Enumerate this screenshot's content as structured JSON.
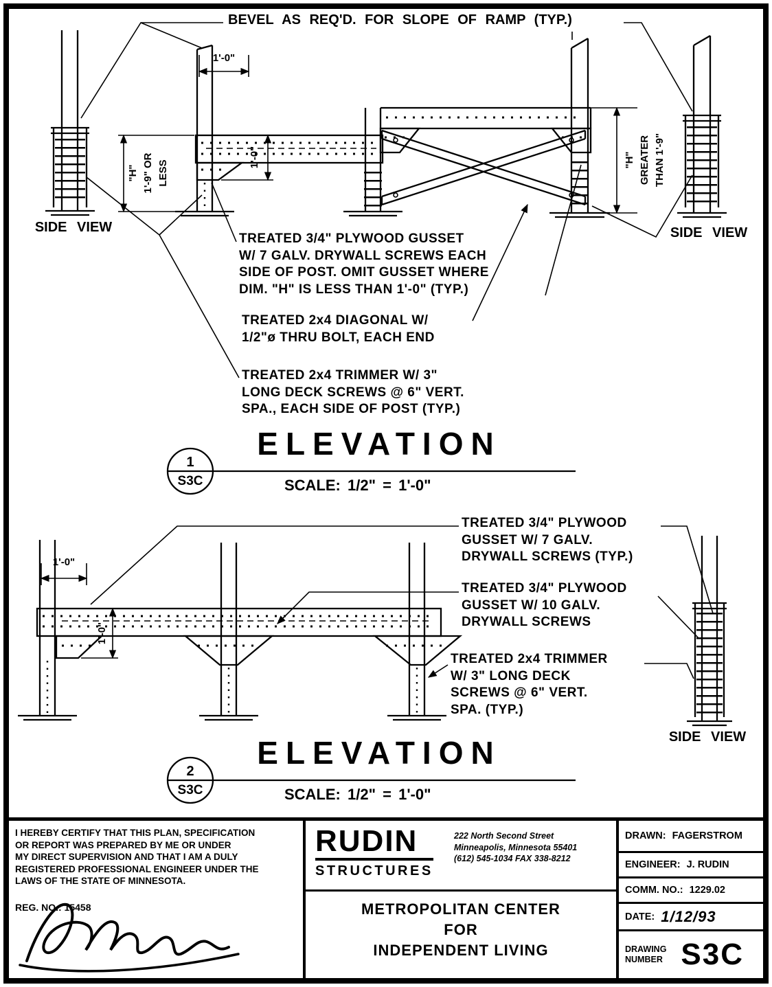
{
  "colors": {
    "ink": "#000000",
    "paper": "#ffffff"
  },
  "elevation1": {
    "bevel_note": "BEVEL AS REQ'D. FOR SLOPE OF RAMP (TYP.)",
    "side_view_left": "SIDE VIEW",
    "side_view_right": "SIDE VIEW",
    "dim_top": "1'-0\"",
    "dim_h_left": [
      "\"H\"",
      "1'-9\" OR",
      "LESS"
    ],
    "dim_gusset": "1'-0\"",
    "dim_h_right": [
      "\"H\"",
      "GREATER",
      "THAN 1'-9\""
    ],
    "note_gusset": [
      "TREATED 3/4\" PLYWOOD GUSSET",
      "W/ 7 GALV. DRYWALL SCREWS EACH",
      "SIDE OF POST. OMIT GUSSET WHERE",
      "DIM. \"H\" IS LESS THAN 1'-0\" (TYP.)"
    ],
    "note_diagonal": [
      "TREATED 2x4 DIAGONAL W/",
      "1/2\"ø THRU BOLT, EACH END"
    ],
    "note_trimmer": [
      "TREATED 2x4 TRIMMER W/ 3\"",
      "LONG DECK SCREWS @ 6\" VERT.",
      "SPA., EACH SIDE OF POST (TYP.)"
    ],
    "title": "ELEVATION",
    "detail_number": "1",
    "detail_sheet": "S3C",
    "scale": "SCALE: 1/2\" = 1'-0\""
  },
  "elevation2": {
    "dim_top": "1'-0\"",
    "dim_gusset": "1'-0\"",
    "note_gusset7": [
      "TREATED 3/4\" PLYWOOD",
      "GUSSET W/ 7 GALV.",
      "DRYWALL SCREWS (TYP.)"
    ],
    "note_gusset10": [
      "TREATED 3/4\" PLYWOOD",
      "GUSSET W/ 10 GALV.",
      "DRYWALL SCREWS"
    ],
    "note_trimmer": [
      "TREATED 2x4 TRIMMER",
      "W/ 3\" LONG DECK",
      "SCREWS @ 6\" VERT.",
      "SPA. (TYP.)"
    ],
    "side_view": "SIDE VIEW",
    "title": "ELEVATION",
    "detail_number": "2",
    "detail_sheet": "S3C",
    "scale": "SCALE: 1/2\" = 1'-0\""
  },
  "titleblock": {
    "certification": [
      "I HEREBY CERTIFY THAT THIS PLAN, SPECIFICATION",
      "OR REPORT WAS PREPARED BY ME OR UNDER",
      "MY DIRECT SUPERVISION AND THAT I AM A DULY",
      "REGISTERED PROFESSIONAL ENGINEER UNDER THE",
      "LAWS OF THE STATE OF MINNESOTA."
    ],
    "reg_no": "REG. NO.: 15458",
    "firm_name": "RUDIN",
    "firm_type": "STRUCTURES",
    "address": [
      "222 North Second Street",
      "Minneapolis, Minnesota 55401",
      "(612) 545-1034  FAX 338-8212"
    ],
    "project": [
      "METROPOLITAN CENTER",
      "FOR",
      "INDEPENDENT LIVING"
    ],
    "drawn_label": "DRAWN:",
    "drawn_value": "FAGERSTROM",
    "engineer_label": "ENGINEER:",
    "engineer_value": "J. RUDIN",
    "comm_label": "COMM. NO.:",
    "comm_value": "1229.02",
    "date_label": "DATE:",
    "date_value": "1/12/93",
    "drawing_number_label": [
      "DRAWING",
      "NUMBER"
    ],
    "drawing_number": "S3C"
  }
}
